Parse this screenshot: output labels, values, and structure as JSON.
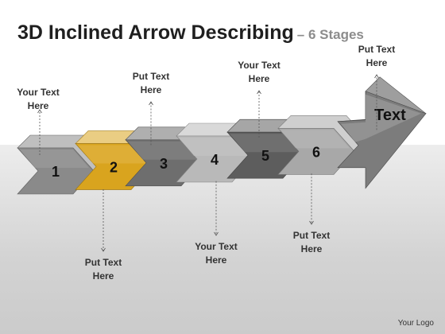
{
  "title": {
    "main": "3D Inclined Arrow Describing",
    "sub": "– 6 Stages"
  },
  "stages": [
    {
      "number": "1",
      "label": "Put Text Here",
      "position": "below",
      "color": "#8a8a8a"
    },
    {
      "number": "2",
      "label": "Put Text Here",
      "position": "above",
      "color": "#d9a41e"
    },
    {
      "number": "3",
      "label": "Your Text Here",
      "position": "below",
      "color": "#6e6e6e"
    },
    {
      "number": "4",
      "label": "Your Text Here",
      "position": "above",
      "color": "#b9b9b9"
    },
    {
      "number": "5",
      "label": "Put Text Here",
      "position": "below",
      "color": "#5d5d5d"
    },
    {
      "number": "6",
      "label": "Put Text Here",
      "position": "above",
      "color": "#a8a8a8"
    }
  ],
  "arrow_head_text": "Text",
  "first_label": "Your Text Here",
  "logo": "Your Logo"
}
